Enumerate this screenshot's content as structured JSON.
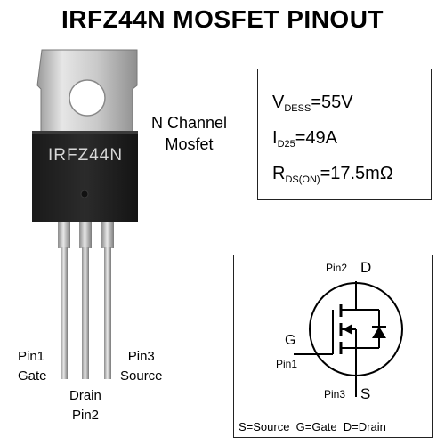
{
  "title": "IRFZ44N MOSFET PINOUT",
  "channel_line1": "N Channel",
  "channel_line2": "Mosfet",
  "chip_marking": "IRFZ44N",
  "pins": {
    "pin1_line1": "Pin1",
    "pin1_line2": "Gate",
    "pin2_line1": "Drain",
    "pin2_line2": "Pin2",
    "pin3_line1": "Pin3",
    "pin3_line2": "Source"
  },
  "specs": {
    "v_main": "V",
    "v_sub": "DESS",
    "v_val": "=55V",
    "i_main": "I",
    "i_sub": "D25",
    "i_val": "=49A",
    "r_main": "R",
    "r_sub": "DS(ON)",
    "r_val": "=17.5mΩ"
  },
  "schematic": {
    "pin2_label": "Pin2",
    "d_label": "D",
    "g_label": "G",
    "pin1_label": "Pin1",
    "pin3_label": "Pin3",
    "s_label": "S",
    "legend": "S=Source  G=Gate  D=Drain"
  }
}
